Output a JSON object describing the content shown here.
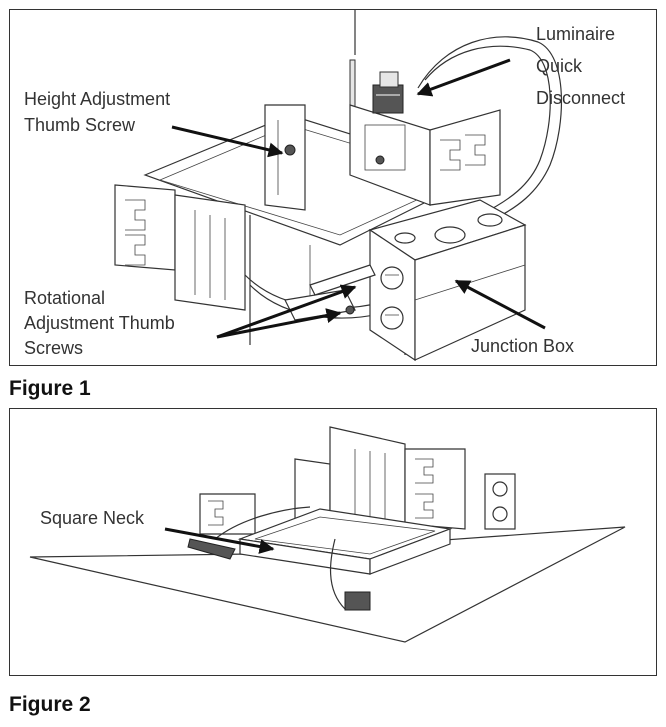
{
  "figure1": {
    "caption": "Figure 1",
    "labels": {
      "luminaire_line1": "Luminaire",
      "luminaire_line2": "Quick",
      "luminaire_line3": "Disconnect",
      "height_line1": "Height Adjustment",
      "height_line2": "Thumb Screw",
      "rotational_line1": "Rotational",
      "rotational_line2": "Adjustment Thumb",
      "rotational_line3": "Screws",
      "junction": "Junction Box"
    }
  },
  "figure2": {
    "caption": "Figure 2",
    "labels": {
      "square_neck": "Square Neck"
    }
  }
}
